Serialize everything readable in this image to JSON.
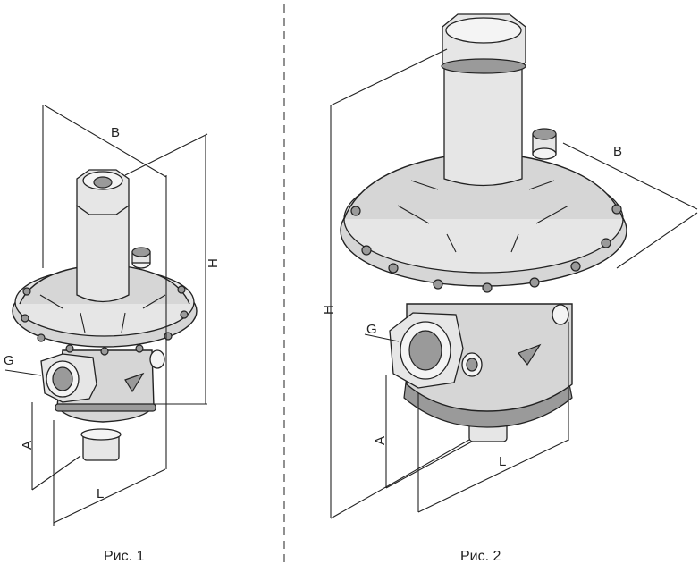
{
  "figure1": {
    "caption": "Рис. 1",
    "labels": {
      "B": "B",
      "H": "H",
      "G": "G",
      "A": "A",
      "L": "L"
    }
  },
  "figure2": {
    "caption": "Рис. 2",
    "labels": {
      "B": "B",
      "H": "H",
      "G": "G",
      "A": "A",
      "L": "L"
    }
  },
  "colors": {
    "line": "#222222",
    "body": "#d6d6d6",
    "divider": "#555555"
  }
}
